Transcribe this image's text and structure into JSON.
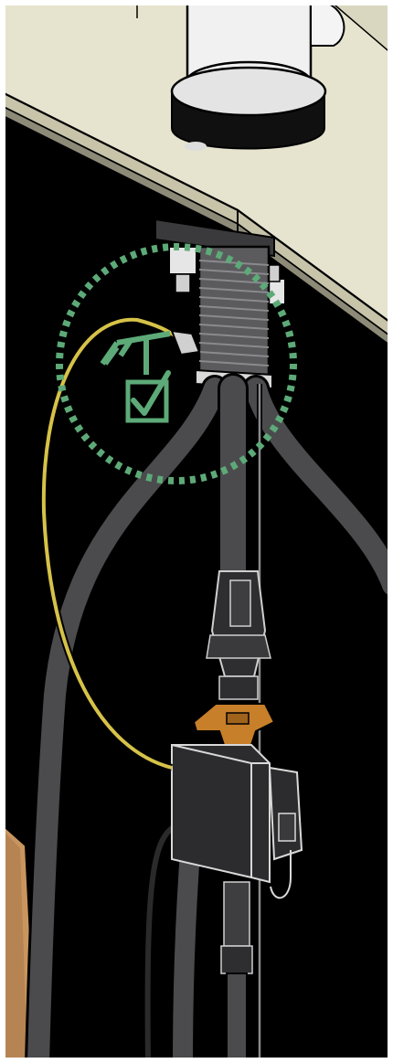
{
  "illustration": {
    "components": [
      "countertop",
      "faucet-shank",
      "mounting-nut",
      "ground-wire",
      "check-indicator",
      "supply-hoses",
      "quick-connector",
      "solenoid-control-box",
      "battery-cable"
    ],
    "colors": {
      "background": "#000000",
      "frame": "#ffffff",
      "countertop": "#e6e4cf",
      "countertop_edge": "#c7c4aa",
      "chrome": "#e9e9e9",
      "hose": "#4b4b4e",
      "hose_highlight": "#6a6a6e",
      "ground_wire": "#d6c248",
      "check_green": "#5daa78",
      "clip_orange": "#c77f2a",
      "cabinet_wood": "#c9955e",
      "box_fill": "#2c2c2e"
    },
    "icons": [
      "ground-symbol-icon",
      "checkbox-check-icon"
    ]
  }
}
